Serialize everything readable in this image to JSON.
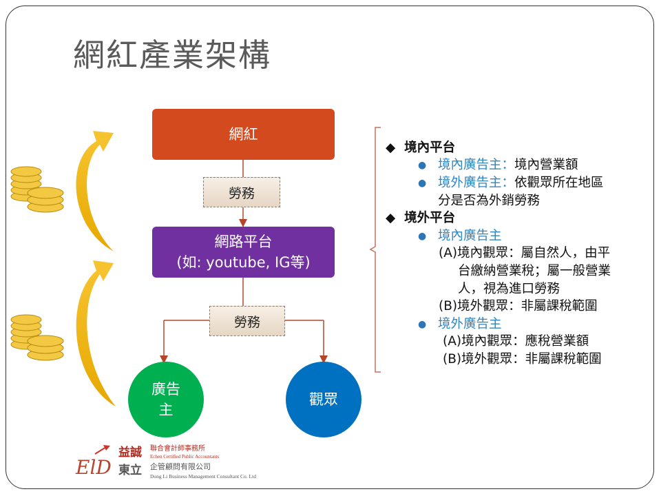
{
  "title": "網紅產業架構",
  "diagram": {
    "influencer": "網紅",
    "labor_top": "勞務",
    "platform_line1": "網路平台",
    "platform_line2": "(如: youtube, IG等)",
    "labor_bottom": "勞務",
    "advertiser_line1": "廣告",
    "advertiser_line2": "主",
    "audience": "觀眾"
  },
  "notes": {
    "domestic_platform": "境內平台",
    "d_adv_dom_label": "境內廣告主：",
    "d_adv_dom_text": "境內營業額",
    "d_adv_for_label": "境外廣告主：",
    "d_adv_for_text": "依觀眾所在地區",
    "d_adv_for_text2": "分是否為外銷勞務",
    "foreign_platform": "境外平台",
    "f_adv_dom_label": "境內廣告主",
    "f_a1": "(A)境內觀眾：屬自然人，由平",
    "f_a2": "台繳納營業稅；屬一般營業",
    "f_a3": "人，視為進口勞務",
    "f_b": "(B)境外觀眾：非屬課稅範圍",
    "f_adv_for_label": "境外廣告主",
    "g_a": "(A)境內觀眾：應稅營業額",
    "g_b": "(B)境外觀眾：非屬課稅範圍"
  },
  "logo": {
    "name1": "益誠",
    "name2": "東立",
    "line1": "聯合會計師事務所",
    "line1_en": "Echen Certified Public Accountants",
    "line2": "企管顧問有限公司",
    "line2_en": "Dong Li Business Management Consultant Co. Ltd"
  },
  "colors": {
    "influencer": "#D24A1E",
    "platform": "#7030A0",
    "advertiser": "#00B050",
    "audience": "#0070C0",
    "arrow": "#F2B400"
  }
}
